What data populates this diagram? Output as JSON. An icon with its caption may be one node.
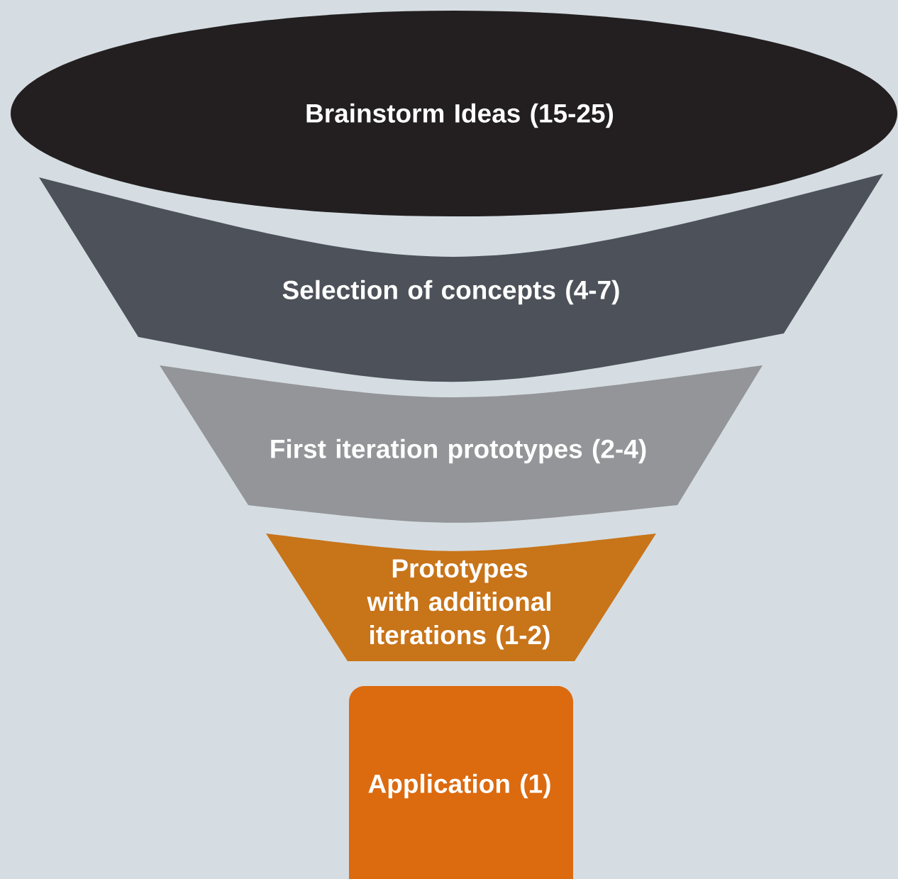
{
  "diagram": {
    "nodes": [
      {
        "text": [
          "Brainstorm Ideas (15-25)"
        ]
      },
      {
        "text": [
          "Selection of concepts (4-7)"
        ]
      },
      {
        "text": [
          "First iteration prototypes (2-4)"
        ]
      },
      {
        "text": [
          "Prototypes with additional iterations (1-2)"
        ]
      },
      {
        "text": [
          "Application (1)"
        ]
      }
    ]
  }
}
